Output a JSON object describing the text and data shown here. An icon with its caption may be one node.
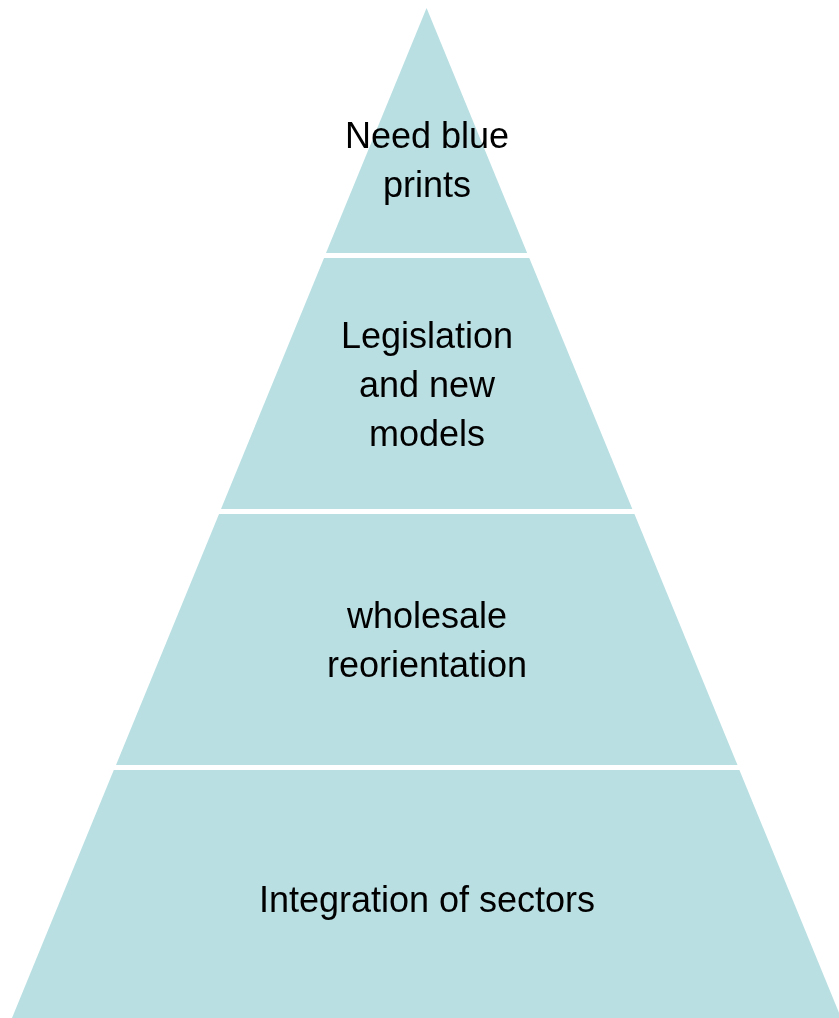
{
  "diagram": {
    "nodes": [
      {
        "text": [
          "Need blue prints"
        ]
      },
      {
        "text": [
          "Legislation and new models"
        ]
      },
      {
        "text": [
          "wholesale reorientation"
        ]
      },
      {
        "text": [
          "Integration of sectors"
        ]
      }
    ]
  }
}
